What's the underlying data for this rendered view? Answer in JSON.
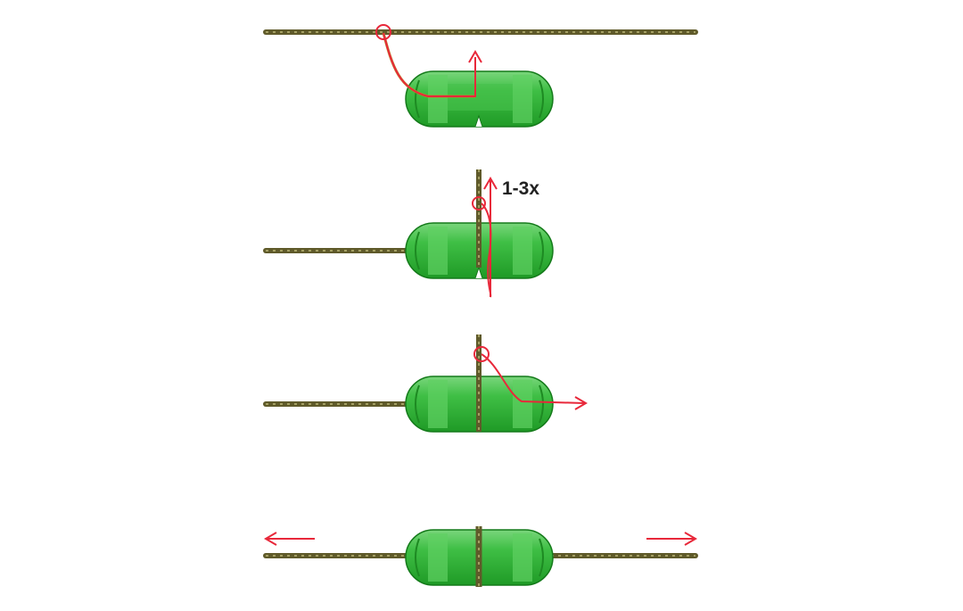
{
  "colors": {
    "background": "#ffffff",
    "line": "#5f5a2a",
    "line_dots": "#a39e62",
    "bobbin_fill": "#32b238",
    "bobbin_light": "#5fd063",
    "bobbin_dark": "#1d8a22",
    "bobbin_edge": "#147a1a",
    "arrow": "#e8283a",
    "label": "#222222"
  },
  "steps": [
    {
      "step": 1,
      "arrow_icon": "arrow-up-icon",
      "loop_icon": "loop-circle-icon"
    },
    {
      "step": 2,
      "arrow_icon": "arrow-up-icon",
      "loop_icon": "loop-circle-icon",
      "label": "1-3x"
    },
    {
      "step": 3,
      "arrow_icon": "arrow-right-icon",
      "loop_icon": "loop-circle-icon"
    },
    {
      "step": 4,
      "arrow_icons": [
        "arrow-left-icon",
        "arrow-right-icon"
      ]
    }
  ]
}
